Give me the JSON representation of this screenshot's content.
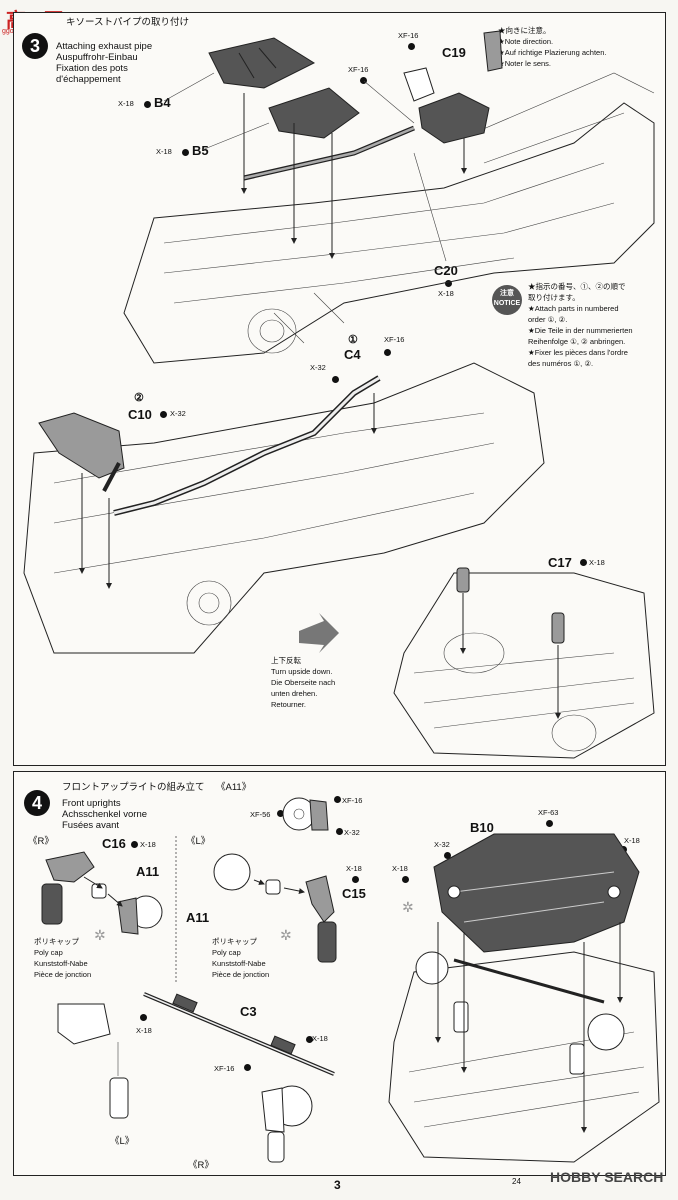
{
  "watermark": {
    "logo": "高●网",
    "sub": "ggo.shou.com"
  },
  "step3": {
    "number": "3",
    "title_jp": "キソーストパイプの取り付け",
    "title_en": "Attaching exhaust pipe",
    "title_de": "Auspuffrohr-Einbau",
    "title_fr": "Fixation des pots",
    "title_fr2": "d'échappement",
    "note_direction": [
      "★向きに注意。",
      "★Note direction.",
      "★Auf richtige Plazierung achten.",
      "★Noter le sens."
    ],
    "notice_badge": "注意 NOTICE",
    "notice_text": [
      "★指示の番号、①、②の順で",
      "取り付けます。",
      "★Attach parts in numbered",
      "order ①, ②.",
      "★Die Teile in der nummerierten",
      "Reihenfolge ①, ② anbringen.",
      "★Fixer les pièces dans l'ordre",
      "des numéros ①, ②."
    ],
    "turn_text": [
      "上下反転",
      "Turn upside down.",
      "Die Oberseite nach",
      "unten drehen.",
      "Retourner."
    ],
    "parts": {
      "b4": "B4",
      "b5": "B5",
      "c19": "C19",
      "c20": "C20",
      "c4": "C4",
      "c10": "C10",
      "c17": "C17",
      "circ1": "①",
      "circ2": "②"
    },
    "screws": {
      "x18a": "X-18",
      "x18b": "X-18",
      "xf16a": "XF-16",
      "xf16b": "XF-16",
      "x18c": "X-18",
      "x32a": "X-32",
      "xf16c": "XF-16",
      "x32b": "X-32",
      "x18d": "X-18"
    }
  },
  "step4": {
    "number": "4",
    "title_jp": "フロントアップライトの組み立て",
    "title_en": "Front uprights",
    "title_de": "Achsschenkel vorne",
    "title_fr": "Fusées avant",
    "a11_header": "《A11》",
    "r_header": "《R》",
    "l_header": "《L》",
    "polycap_left": [
      "ポリキャップ",
      "Poly cap",
      "Kunststoff-Nabe",
      "Pièce de jonction"
    ],
    "polycap_right": [
      "ポリキャップ",
      "Poly cap",
      "Kunststoff-Nabe",
      "Pièce de jonction"
    ],
    "parts": {
      "c16": "C16",
      "a11a": "A11",
      "a11b": "A11",
      "c15": "C15",
      "c3": "C3",
      "b10": "B10",
      "l_bottom": "《L》",
      "r_bottom": "《R》"
    },
    "screws": {
      "xf16": "XF-16",
      "xf56": "XF-56",
      "x32a": "X-32",
      "x18a": "X-18",
      "x18b": "X-18",
      "x18c": "X-18",
      "xf16b": "XF-16",
      "x18d": "X-18",
      "xf63": "XF-63",
      "x32b": "X-32",
      "x18e": "X-18",
      "x18f": "X-18"
    }
  },
  "footer": {
    "page_number": "3",
    "brand": "HOBBY SEARCH",
    "code": "24"
  }
}
